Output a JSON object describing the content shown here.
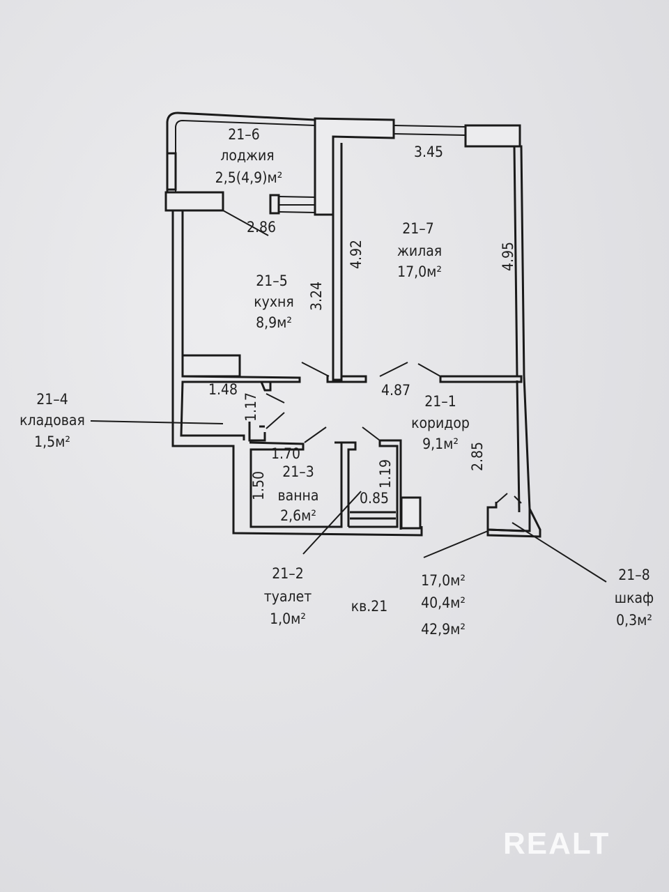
{
  "rooms": {
    "loggia": {
      "id": "21–6",
      "name": "лоджия",
      "area": "2,5(4,9)м²"
    },
    "living": {
      "id": "21–7",
      "name": "жилая",
      "area": "17,0м²"
    },
    "kitchen": {
      "id": "21–5",
      "name": "кухня",
      "area": "8,9м²"
    },
    "storage": {
      "id": "21–4",
      "name": "кладовая",
      "area": "1,5м²"
    },
    "corridor": {
      "id": "21–1",
      "name": "коридор",
      "area": "9,1м²"
    },
    "bath": {
      "id": "21–3",
      "name": "ванна",
      "area": "2,6м²"
    },
    "toilet": {
      "id": "21–2",
      "name": "туалет",
      "area": "1,0м²"
    },
    "closet": {
      "id": "21–8",
      "name": "шкаф",
      "area": "0,3м²"
    }
  },
  "dimensions": {
    "d345": "3.45",
    "d286": "2.86",
    "d492": "4.92",
    "d495": "4.95",
    "d324": "3.24",
    "d148": "1.48",
    "d487": "4.87",
    "d117": "1.17",
    "d170": "1.70",
    "d150": "1.50",
    "d119": "1.19",
    "d085": "0.85",
    "d285": "2.85"
  },
  "summary": {
    "apartment": "кв.21",
    "living_area": "17,0м²",
    "total_area": "40,4м²",
    "total_with_loggia": "42,9м²"
  },
  "watermark": "REALT"
}
